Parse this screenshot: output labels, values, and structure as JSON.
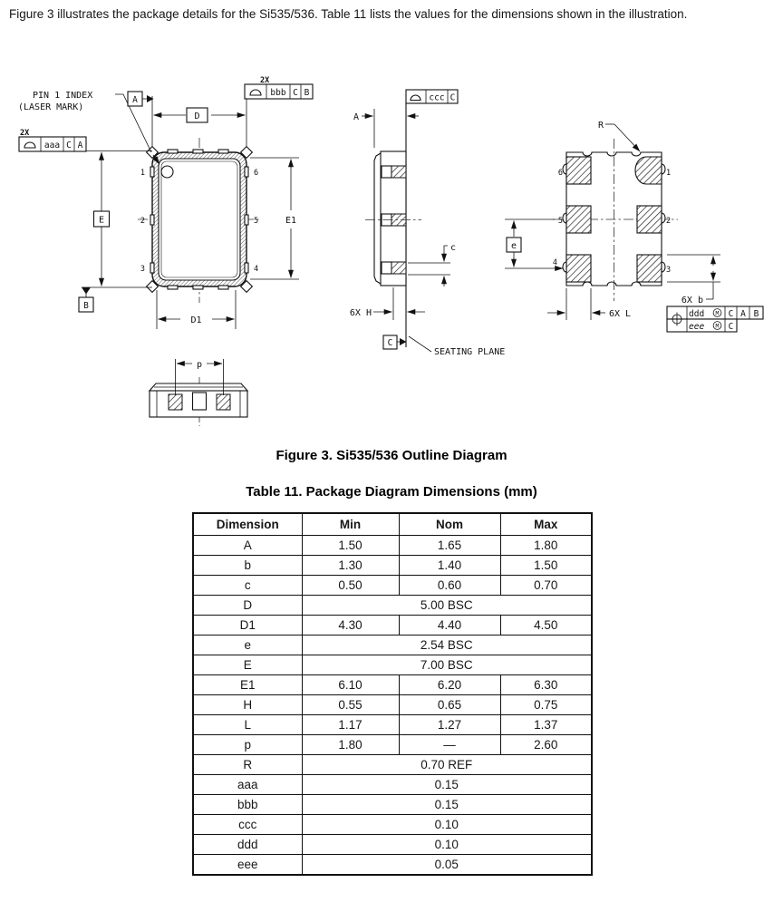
{
  "intro": "Figure 3 illustrates the package details for the Si535/536. Table 11 lists the values for the dimensions shown in the illustration.",
  "figure": {
    "caption": "Figure 3. Si535/536 Outline Diagram"
  },
  "table": {
    "title": "Table 11. Package Diagram Dimensions (mm)",
    "headers": [
      "Dimension",
      "Min",
      "Nom",
      "Max"
    ],
    "rows": [
      {
        "label": "A",
        "min": "1.50",
        "nom": "1.65",
        "max": "1.80"
      },
      {
        "label": "b",
        "min": "1.30",
        "nom": "1.40",
        "max": "1.50"
      },
      {
        "label": "c",
        "min": "0.50",
        "nom": "0.60",
        "max": "0.70"
      },
      {
        "label": "D",
        "value": "5.00 BSC"
      },
      {
        "label": "D1",
        "min": "4.30",
        "nom": "4.40",
        "max": "4.50"
      },
      {
        "label": "e",
        "value": "2.54 BSC"
      },
      {
        "label": "E",
        "value": "7.00 BSC"
      },
      {
        "label": "E1",
        "min": "6.10",
        "nom": "6.20",
        "max": "6.30"
      },
      {
        "label": "H",
        "min": "0.55",
        "nom": "0.65",
        "max": "0.75"
      },
      {
        "label": "L",
        "min": "1.17",
        "nom": "1.27",
        "max": "1.37"
      },
      {
        "label": "p",
        "min": "1.80",
        "nom": "—",
        "max": "2.60"
      },
      {
        "label": "R",
        "value": "0.70 REF"
      },
      {
        "label": "aaa",
        "value": "0.15"
      },
      {
        "label": "bbb",
        "value": "0.15"
      },
      {
        "label": "ccc",
        "value": "0.10"
      },
      {
        "label": "ddd",
        "value": "0.10"
      },
      {
        "label": "eee",
        "value": "0.05"
      }
    ]
  },
  "drawing": {
    "pin1_index_line1": "PIN 1 INDEX",
    "pin1_index_line2": "(LASER MARK)",
    "qty_2x": "2X",
    "fcf_aaa": {
      "tol": "aaa",
      "ref1": "C",
      "ref2": "A"
    },
    "fcf_bbb": {
      "tol": "bbb",
      "ref1": "C",
      "ref2": "B"
    },
    "fcf_ccc": {
      "tol": "ccc",
      "ref1": "C"
    },
    "fcf_pos": {
      "tol1": "ddd",
      "mod1": "M",
      "ref1a": "C",
      "ref1b": "A",
      "ref1c": "B",
      "tol2": "eee",
      "mod2": "M",
      "ref2a": "C"
    },
    "datum_a": "A",
    "datum_b": "B",
    "datum_c": "C",
    "dim_d": "D",
    "dim_d1": "D1",
    "dim_e_body": "E",
    "dim_e1": "E1",
    "dim_a_side": "A",
    "dim_c": "c",
    "dim_h": "6X H",
    "dim_e_pitch": "e",
    "dim_b": "6X b",
    "dim_l": "6X L",
    "dim_p": "p",
    "dim_r": "R",
    "seating_plane": "SEATING PLANE",
    "pins": [
      "1",
      "2",
      "3",
      "4",
      "5",
      "6"
    ]
  }
}
